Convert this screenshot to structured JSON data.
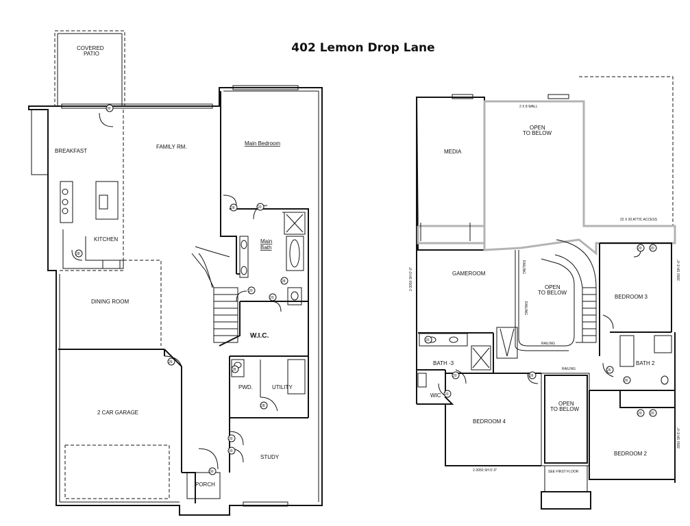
{
  "title": "402 Lemon Drop Lane",
  "first_floor": {
    "rooms": {
      "covered_patio_1": "COVERED",
      "covered_patio_2": "PATIO",
      "breakfast": "BREAKFAST",
      "family": "FAMILY RM.",
      "main_bedroom": "Main Bedroom",
      "kitchen": "KITCHEN",
      "main_bath_1": "Main",
      "main_bath_2": "Bath",
      "dining": "DINING ROOM",
      "wic": "W.I.C.",
      "garage": "2 CAR GARAGE",
      "pwd": "PWD.",
      "utility": "UTILITY",
      "study": "STUDY",
      "porch": "PORCH"
    },
    "door_marks": [
      "30",
      "28",
      "28",
      "20",
      "20",
      "20",
      "28",
      "28",
      "26",
      "28",
      "30",
      "30",
      "30"
    ]
  },
  "second_floor": {
    "rooms": {
      "media": "MEDIA",
      "open1_a": "OPEN",
      "open1_b": "TO BELOW",
      "gameroom": "GAMEROOM",
      "open2_a": "OPEN",
      "open2_b": "TO BELOW",
      "bedroom3": "BEDROOM 3",
      "bath3": "BATH -3",
      "bath2": "BATH 2",
      "wic": "WIC",
      "bedroom4": "BEDROOM 4",
      "open3_a": "OPEN",
      "open3_b": "TO BELOW",
      "bedroom2": "BEDROOM 2"
    },
    "notes": {
      "wall": "2 X 8 WALL",
      "attic": "22 X 30 ATTIC ACCESS",
      "see_first_floor": "SEE FIRST FLOOR",
      "railing_1": "RAILING",
      "railing_2": "RAILING",
      "railing_3": "RAILING",
      "railing_4": "RAILING",
      "window_left": "2-3050 SH 6'-0\"",
      "window_bottom": "2-3050 SH 6'-0\"",
      "window_right_1": "3050 SH 6'-0\"",
      "window_right_2": "3050 SH 6'-0\""
    },
    "door_marks": [
      "20",
      "20",
      "20",
      "26",
      "26",
      "26",
      "20",
      "20",
      "20",
      "20"
    ]
  }
}
